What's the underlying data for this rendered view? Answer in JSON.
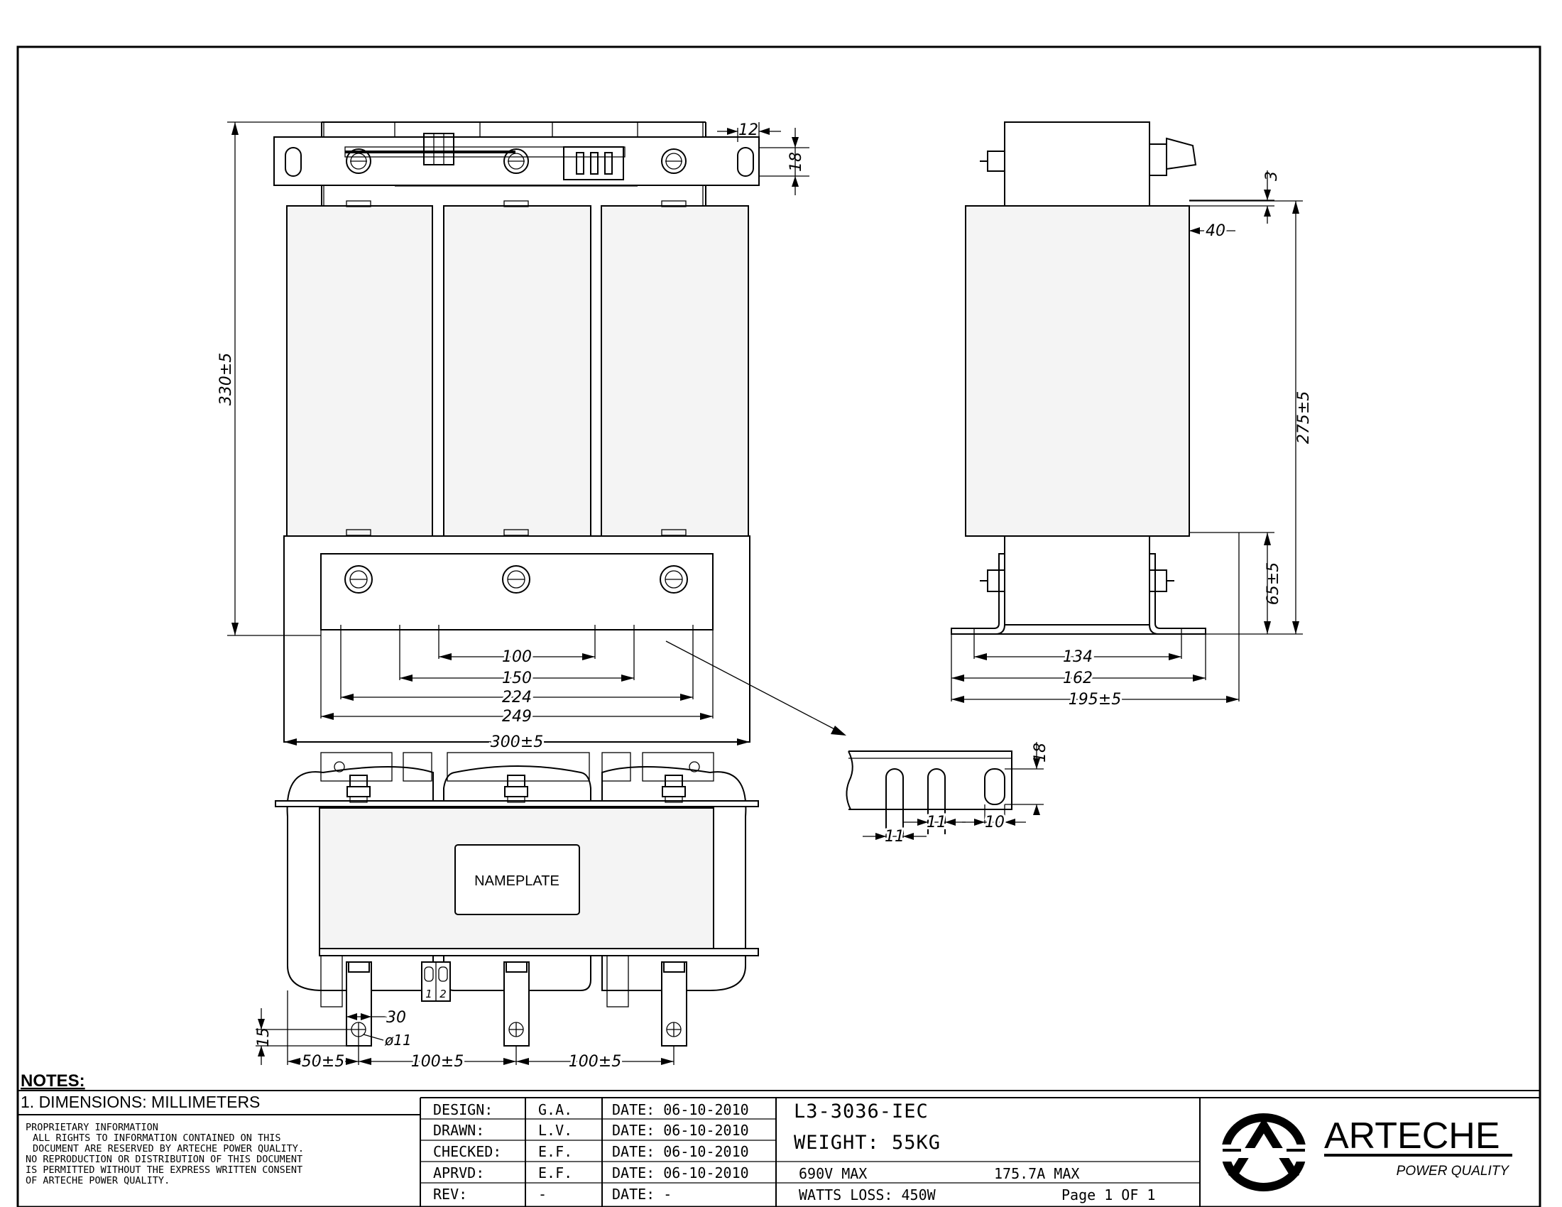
{
  "drawing": {
    "front_view": {
      "dims": {
        "overall_height": "330±5",
        "top_slot": "12",
        "top_bar": "18",
        "hole_100": "100",
        "hole_150": "150",
        "hole_224": "224",
        "hole_249": "249",
        "overall_width": "300±5"
      }
    },
    "side_view": {
      "dims": {
        "offset_3": "3",
        "depth_40": "40",
        "height_275": "275±5",
        "foot_65": "65±5",
        "base_134": "134",
        "base_162": "162",
        "base_195": "195±5"
      }
    },
    "detail_view": {
      "dims": {
        "height_18": "18",
        "width_11a": "11",
        "width_11b": "11",
        "width_10": "10"
      }
    },
    "top_view": {
      "nameplate": "NAMEPLATE",
      "terminal_1": "1",
      "terminal_2": "2",
      "dims": {
        "d30": "30",
        "d15": "15",
        "hole_dia": "ø11",
        "d50": "50±5",
        "d100a": "100±5",
        "d100b": "100±5"
      }
    }
  },
  "notes": {
    "title": "NOTES:",
    "line1": "1. DIMENSIONS: MILLIMETERS"
  },
  "proprietary": {
    "lines": [
      "PROPRIETARY INFORMATION",
      "ALL RIGHTS TO INFORMATION CONTAINED ON THIS",
      "DOCUMENT ARE RESERVED BY ARTECHE POWER QUALITY.",
      "NO REPRODUCTION OR DISTRIBUTION OF THIS DOCUMENT",
      "IS PERMITTED WITHOUT THE EXPRESS WRITTEN CONSENT",
      "OF ARTECHE POWER QUALITY."
    ]
  },
  "title_block": {
    "rows": [
      {
        "role": "DESIGN:",
        "who": "G.A.",
        "date": "DATE: 06-10-2010"
      },
      {
        "role": "DRAWN:",
        "who": "L.V.",
        "date": "DATE: 06-10-2010"
      },
      {
        "role": "CHECKED:",
        "who": "E.F.",
        "date": "DATE: 06-10-2010"
      },
      {
        "role": "APRVD:",
        "who": "E.F.",
        "date": "DATE: 06-10-2010"
      },
      {
        "role": "REV:",
        "who": "-",
        "date": "DATE: -"
      }
    ],
    "part_number": "L3-3036-IEC",
    "weight": "WEIGHT: 55KG",
    "voltage": "690V MAX",
    "current": "175.7A MAX",
    "watts_loss": "WATTS LOSS: 450W",
    "page": "Page 1 OF 1"
  },
  "logo": {
    "company": "ARTECHE",
    "tagline": "POWER QUALITY"
  }
}
